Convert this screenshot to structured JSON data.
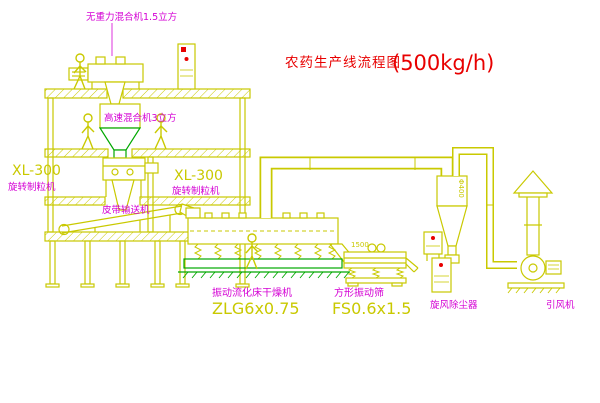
{
  "title": {
    "main": "农药生产线流程图",
    "capacity": "(500kg/h)"
  },
  "equipment": {
    "gravity_mixer": {
      "label": "无重力混合机1.5立方"
    },
    "high_speed_mixer": {
      "label": "高速混合机3立方"
    },
    "granulator_left": {
      "model": "XL-300",
      "name": "旋转制粒机"
    },
    "granulator_center": {
      "model": "XL-300",
      "name": "旋转制粒机"
    },
    "belt_conveyor": {
      "label": "皮带输送机"
    },
    "dryer": {
      "name": "振动流化床干燥机",
      "model": "ZLG6x0.75"
    },
    "screen": {
      "name": "方形振动筛",
      "model": "FS0.6x1.5",
      "dim": "1500"
    },
    "cyclone": {
      "label": "旋风除尘器",
      "dim": "Φ400"
    },
    "fan": {
      "label": "引风机"
    }
  },
  "colors": {
    "line_yellow": "#c9c900",
    "line_green": "#00a800",
    "label_magenta": "#d400d4",
    "accent_red": "#e80000",
    "background": "#ffffff"
  }
}
